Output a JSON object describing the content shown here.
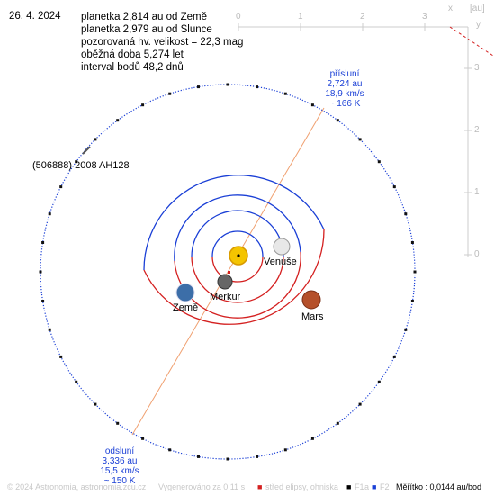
{
  "date": "26. 4. 2024",
  "info_lines": [
    "planetka 2,814 au od Země",
    "planetka 2,979 au od Slunce",
    "pozorovaná hv. velikost = 22,3 mag",
    "oběžná doba 5,274 let",
    "interval bodů 48,2 dnů"
  ],
  "asteroid_name": "(506888) 2008 AH128",
  "perihelion": {
    "title": "přísluní",
    "dist": "2,724 au",
    "speed": "18,9 km/s",
    "temp": "~ 166 K"
  },
  "aphelion": {
    "title": "odsluní",
    "dist": "3,336 au",
    "speed": "15,5 km/s",
    "temp": "~ 150 K"
  },
  "planets": {
    "earth": "Země",
    "mercury": "Merkur",
    "venus": "Venuše",
    "mars": "Mars"
  },
  "axes": {
    "unit": "[au]",
    "x_label": "x",
    "y_label": "y",
    "x_ticks": [
      "0",
      "1",
      "2",
      "3"
    ],
    "y_ticks": [
      "3",
      "2",
      "1",
      "0"
    ]
  },
  "footer": {
    "copyright": "© 2024 Astronomia, astronomia.zcu.cz",
    "generated": "Vygenerováno za 0,11 s",
    "legend_center": "střed elipsy, ohniska",
    "legend_f1": "F1",
    "legend_a": "a",
    "legend_f2": "F2",
    "scale": "Měřítko : 0,0144 au/bod"
  },
  "colors": {
    "orbit_blue": "#1a3fd6",
    "orbit_red": "#d42020",
    "asteroid_orbit": "#1a3fd6",
    "apsides_line": "#f0a070",
    "sun": "#f4c400",
    "mars": "#b5502a"
  }
}
